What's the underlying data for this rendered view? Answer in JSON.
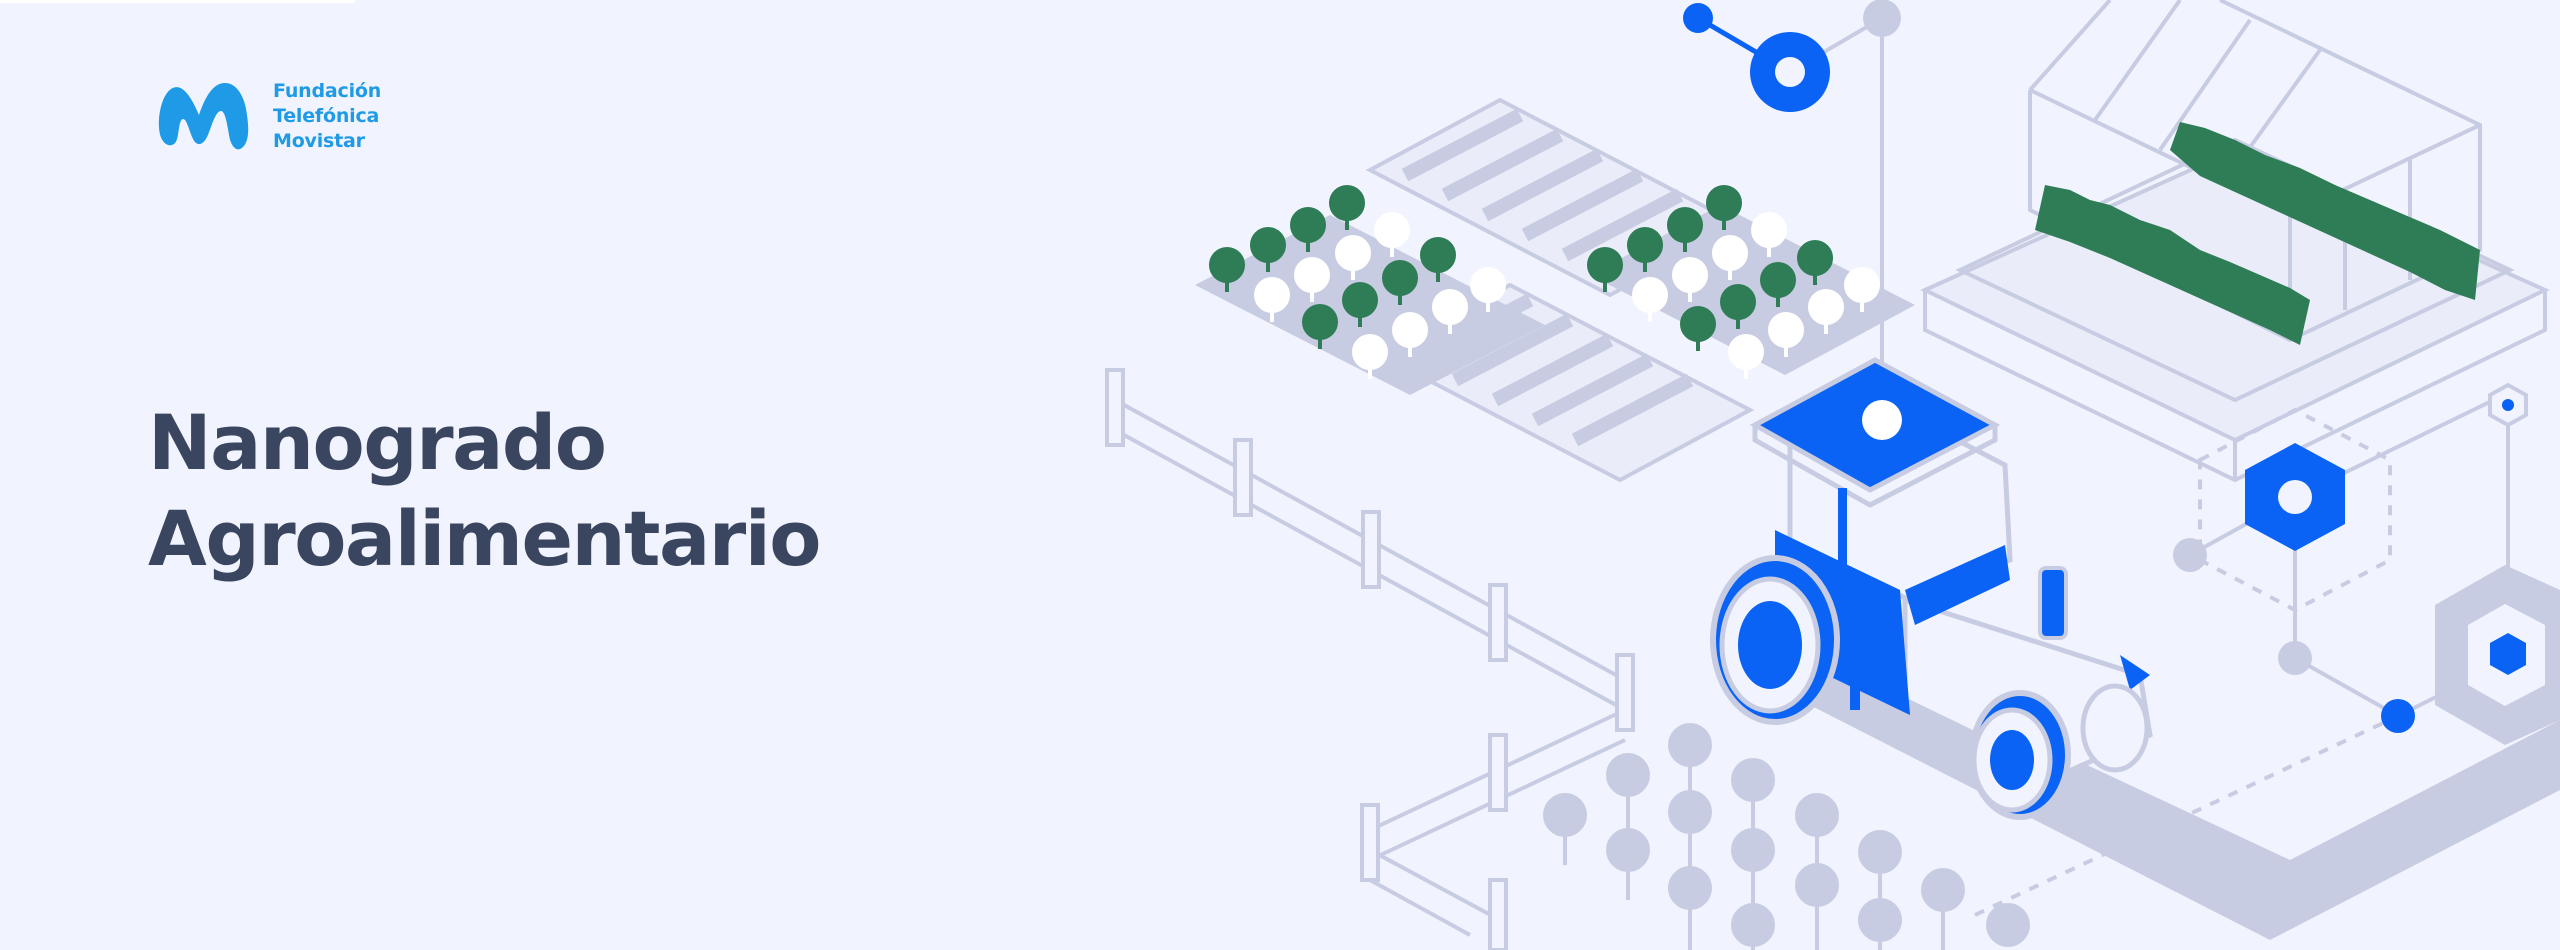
{
  "logo": {
    "lines": [
      "Fundación",
      "Telefónica",
      "Movistar"
    ],
    "icon": "movistar-m-icon",
    "color": "#1f9ae6"
  },
  "banner": {
    "title_lines": [
      "Nanogrado",
      "Agroalimentario"
    ]
  },
  "illustration": {
    "icons": [
      "tractor-icon",
      "greenhouse-icon",
      "crop-field-icon",
      "fence-icon",
      "network-node-icon",
      "hexagon-node-icon"
    ]
  },
  "colors": {
    "background": "#f1f4fe",
    "title": "#3a4560",
    "accent_blue": "#0a63f5",
    "tree_green": "#2e7d56",
    "line_grey": "#c8cce2"
  }
}
